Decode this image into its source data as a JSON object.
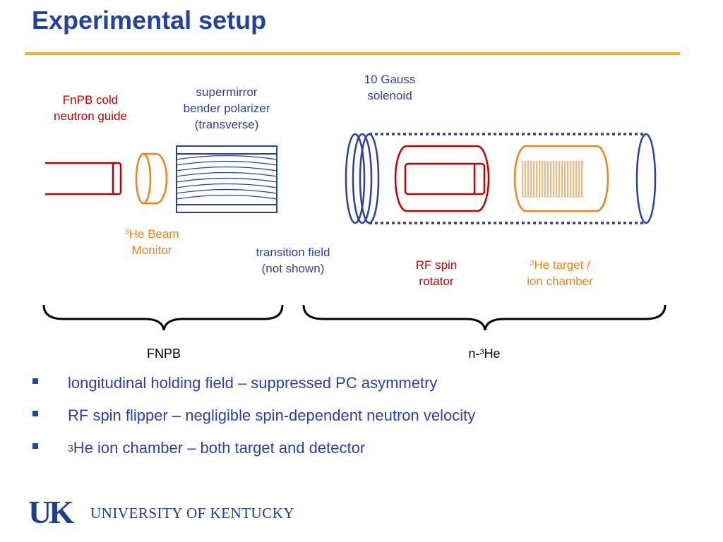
{
  "slide": {
    "title": "Experimental setup"
  },
  "labels": {
    "guide": [
      "FnPB cold",
      "neutron guide"
    ],
    "polarizer": [
      "supermirror",
      "bender polarizer",
      "(transverse)"
    ],
    "solenoid": [
      "10 Gauss",
      "solenoid"
    ],
    "beam_monitor": {
      "sup": "3",
      "line1": "He Beam",
      "line2": "Monitor"
    },
    "transition": [
      "transition field",
      "(not shown)"
    ],
    "rf_rotator": [
      "RF spin",
      "rotator"
    ],
    "target": {
      "sup": "3",
      "line1": "He target /",
      "line2": "ion chamber"
    },
    "fnpb": "FNPB",
    "nhe": {
      "prefix": "n-",
      "sup": "3",
      "suffix": "He"
    }
  },
  "bullets": [
    {
      "sup": "",
      "text": "longitudinal holding field – suppressed PC asymmetry"
    },
    {
      "sup": "",
      "text": "RF spin flipper – negligible spin-dependent neutron velocity"
    },
    {
      "sup": "3",
      "text": "He ion chamber – both target and detector"
    }
  ],
  "logo": {
    "mark": "UK",
    "name": "UNIVERSITY OF KENTUCKY"
  },
  "colors": {
    "title": "#2440a0",
    "rule": "#f0b429",
    "blue": "#2f3f9c",
    "red": "#c00000",
    "orange": "#f0821e"
  }
}
